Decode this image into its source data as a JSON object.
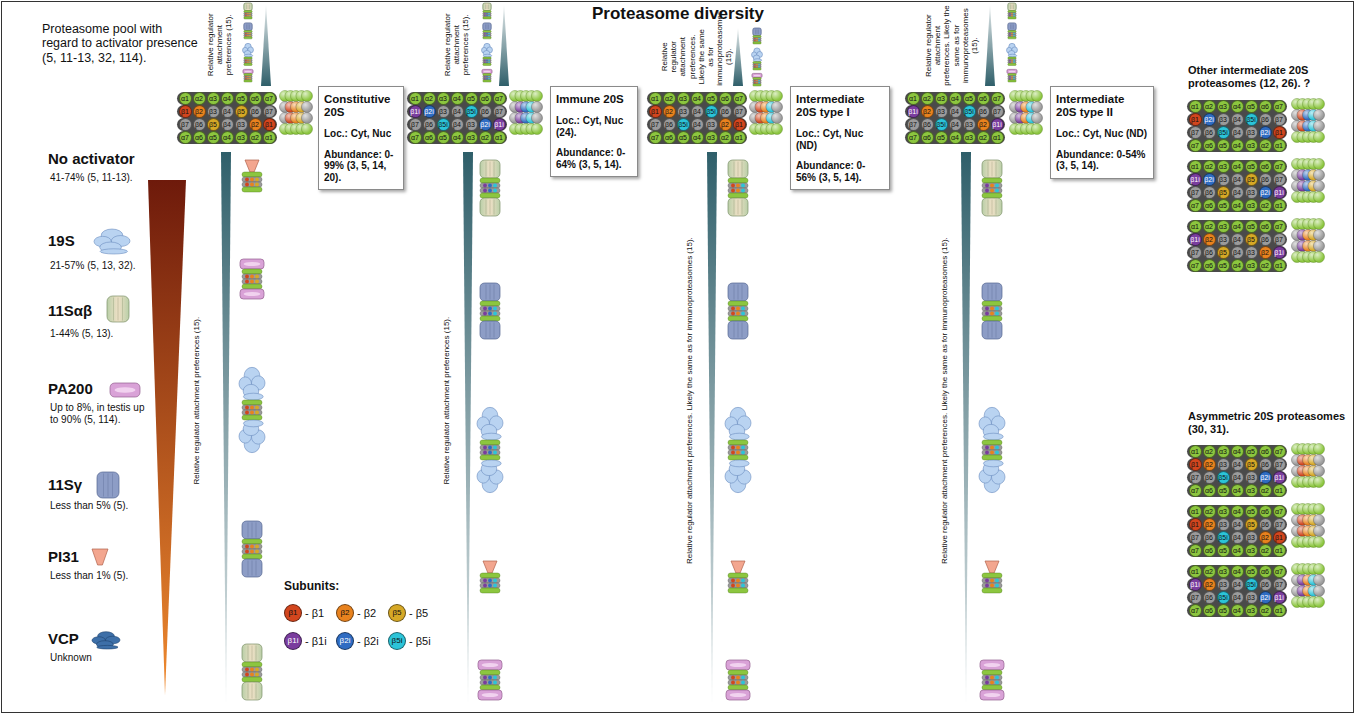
{
  "diagram": {
    "title": "Proteasome diversity",
    "nodes": [
      {
        "text": [
          "Constitutive 20S",
          "Loc.: Cyt, Nuc",
          "Abundance: 0-99% (3, 5, 14, 20)."
        ]
      },
      {
        "text": [
          "Immune 20S",
          "Loc.: Cyt, Nuc (24).",
          "Abundance: 0-64% (3, 5, 14)."
        ]
      },
      {
        "text": [
          "Intermediate 20S type I",
          "Loc.: Cyt, Nuc (ND)",
          "Abundance: 0-56% (3, 5, 14)."
        ]
      },
      {
        "text": [
          "Intermediate 20S type II",
          "Loc.: Cyt, Nuc (ND)",
          "Abundance: 0-54% (3, 5, 14)."
        ]
      }
    ],
    "labels": [
      "Proteasome pool with regard to activator presence (5, 11-13, 32, 114).",
      "No activator",
      "41-74% (5, 11-13).",
      "19S",
      "21-57% (5, 13, 32).",
      "11Sαβ",
      "1-44% (5, 13).",
      "PA200",
      "Up to 8%, in testis up to 90% (5, 114).",
      "11Sγ",
      "Less than 5% (5).",
      "PI31",
      "Less than 1% (5).",
      "VCP",
      "Unknown",
      "Relative regulator attachment preferences (15).",
      "Relative regulator attachment preferences (15).",
      "Relative regulator attachment preferences (15).",
      "Relative regulator attachment preferences (15).",
      "Relative regulator attachment preferences. Likely the same as for immunoproteasomes (15).",
      "Relative regulator attachment preferences. Likely the same as for immunoproteasomes (15).",
      "Relative regulator attachment preferences. Likely the same as for immunoproteasomes (15).",
      "Relative regulator attachment preferences. Likely the same as for immunoproteasomes (15).",
      "Other intermediate 20S proteasomes (12, 26). ?",
      "Asymmetric 20S proteasomes (30, 31).",
      "Subunits:",
      "β1",
      "β2",
      "β5",
      "β1i",
      "β2i",
      "β5i",
      "α1",
      "α2",
      "α3",
      "α4",
      "α5",
      "α6",
      "α7",
      "β1",
      "β2",
      "β3",
      "β4",
      "β5",
      "β6",
      "β7",
      "β7",
      "β6",
      "β5",
      "β4",
      "β3",
      "β2",
      "β1",
      "α7",
      "α6",
      "α5",
      "α4",
      "α3",
      "α2",
      "α1",
      "α1",
      "α2",
      "α3",
      "α4",
      "α5",
      "α6",
      "α7",
      "β1i",
      "β2i",
      "β3",
      "β4",
      "β5i",
      "β6",
      "β7",
      "β7",
      "β6",
      "β5i",
      "β4",
      "β3",
      "β2i",
      "β1i",
      "α7",
      "α6",
      "α5",
      "α4",
      "α3",
      "α2",
      "α1",
      "α1",
      "α2",
      "α3",
      "α4",
      "α5",
      "α6",
      "α7",
      "β1",
      "β2",
      "β3",
      "β4",
      "β5i",
      "β6",
      "β7",
      "β7",
      "β6",
      "β5i",
      "β4",
      "β3",
      "β2",
      "β1",
      "α7",
      "α6",
      "α5",
      "α4",
      "α3",
      "α2",
      "α1",
      "α1",
      "α2",
      "α3",
      "α4",
      "α5",
      "α6",
      "α7",
      "β1i",
      "β2",
      "β3",
      "β4",
      "β5i",
      "β6",
      "β7",
      "β7",
      "β6",
      "β5i",
      "β4",
      "β3",
      "β2",
      "β1i",
      "α7",
      "α6",
      "α5",
      "α4",
      "α3",
      "α2",
      "α1",
      "α1",
      "α2",
      "α3",
      "α4",
      "α5",
      "α6",
      "α7",
      "β1",
      "β2i",
      "β3",
      "β4",
      "β5i",
      "β6",
      "β7",
      "β7",
      "β6",
      "β5i",
      "β4",
      "β3",
      "β2i",
      "β1",
      "α7",
      "α6",
      "α5",
      "α4",
      "α3",
      "α2",
      "α1",
      "α1",
      "α2",
      "α3",
      "α4",
      "α5",
      "α6",
      "α7",
      "β1i",
      "β2i",
      "β3",
      "β4",
      "β5",
      "β6",
      "β7",
      "β7",
      "β6",
      "β5",
      "β4",
      "β3",
      "β2i",
      "β1i",
      "α7",
      "α6",
      "α5",
      "α4",
      "α3",
      "α2",
      "α1",
      "α1",
      "α2",
      "α3",
      "α4",
      "α5",
      "α6",
      "α7",
      "β1i",
      "β2",
      "β3",
      "β4",
      "β5",
      "β6",
      "β7",
      "β7",
      "β6",
      "β5",
      "β4",
      "β3",
      "β2",
      "β1i",
      "α7",
      "α6",
      "α5",
      "α4",
      "α3",
      "α2",
      "α1",
      "α1",
      "α2",
      "α3",
      "α4",
      "α5",
      "α6",
      "α7",
      "β1",
      "β2",
      "β3",
      "β4",
      "β5",
      "β6",
      "β7",
      "β7",
      "β6",
      "β5i",
      "β4",
      "β3",
      "β2i",
      "β1i",
      "α7",
      "α6",
      "α5",
      "α4",
      "α3",
      "α2",
      "α1",
      "α1",
      "α2",
      "α3",
      "α4",
      "α5",
      "α6",
      "α7",
      "β1",
      "β2",
      "β3",
      "β4",
      "β5",
      "β6",
      "β7",
      "β7",
      "β6",
      "β5i",
      "β4",
      "β3",
      "β2",
      "β1",
      "α7",
      "α6",
      "α5",
      "α4",
      "α3",
      "α2",
      "α1",
      "α1",
      "α2",
      "α3",
      "α4",
      "α5",
      "α6",
      "α7",
      "β1i",
      "β2",
      "β3",
      "β4",
      "β5i",
      "β6",
      "β7",
      "β7",
      "β6",
      "β5i",
      "β4",
      "β3",
      "β2i",
      "β1i",
      "α7",
      "α6",
      "α5",
      "α4",
      "α3",
      "α2",
      "α1"
    ],
    "legend": [
      {
        "text": "- β1",
        "color": "#d2461e"
      },
      {
        "text": "- β2",
        "color": "#e8821e"
      },
      {
        "text": "- β5",
        "color": "#d6a826"
      },
      {
        "text": "- β1i",
        "color": "#7a3d9e"
      },
      {
        "text": "- β2i",
        "color": "#2f6cc2"
      },
      {
        "text": "- β5i",
        "color": "#2cc4d8"
      }
    ]
  }
}
